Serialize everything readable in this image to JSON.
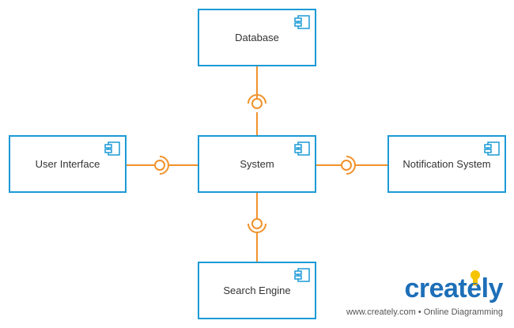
{
  "diagram": {
    "components": [
      {
        "id": "database",
        "label": "Database"
      },
      {
        "id": "user-interface",
        "label": "User Interface"
      },
      {
        "id": "system",
        "label": "System"
      },
      {
        "id": "notification-system",
        "label": "Notification System"
      },
      {
        "id": "search-engine",
        "label": "Search Engine"
      }
    ],
    "connections": [
      {
        "from": "database",
        "to": "system",
        "type": "assembly"
      },
      {
        "from": "user-interface",
        "to": "system",
        "type": "assembly"
      },
      {
        "from": "system",
        "to": "notification-system",
        "type": "assembly"
      },
      {
        "from": "search-engine",
        "to": "system",
        "type": "assembly"
      }
    ]
  },
  "watermark": {
    "brand": "creately",
    "tagline": "www.creately.com • Online Diagramming"
  },
  "colors": {
    "component_border": "#1b9ad6",
    "connector": "#f0922b",
    "brand_blue": "#1d6fb8",
    "bulb": "#f5c400"
  }
}
